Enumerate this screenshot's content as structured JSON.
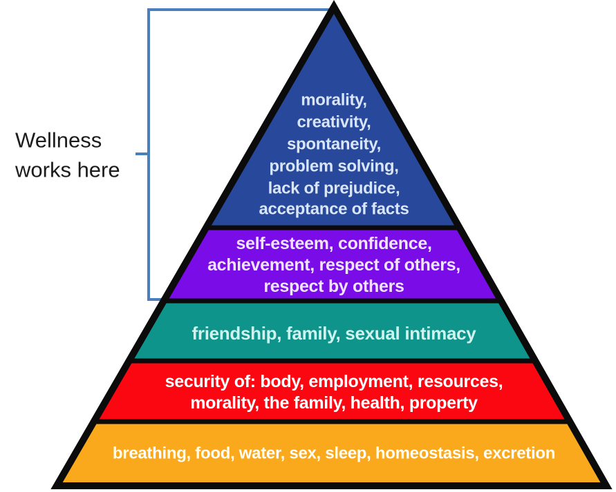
{
  "annotation": {
    "lines": [
      "Wellness",
      "works here"
    ],
    "text_color": "#1c1c1c",
    "bracket_color": "#4a7ebd"
  },
  "pyramid": {
    "outline_color": "#0b0b0b",
    "levels": [
      {
        "color": "#27489b",
        "text_color": "#d9e5f8",
        "lines": [
          "morality,",
          "creativity,",
          "spontaneity,",
          "problem solving,",
          "lack of prejudice,",
          "acceptance of facts"
        ]
      },
      {
        "color": "#7a0ce8",
        "text_color": "#f0e4ff",
        "lines": [
          "self-esteem, confidence,",
          "achievement, respect of others,",
          "respect by others"
        ]
      },
      {
        "color": "#0e948b",
        "text_color": "#cff3ef",
        "lines": [
          "friendship, family, sexual intimacy"
        ]
      },
      {
        "color": "#fb0712",
        "text_color": "#ffffff",
        "lines": [
          "security of: body, employment, resources,",
          "morality, the family, health, property"
        ]
      },
      {
        "color": "#faa81c",
        "text_color": "#fffdf5",
        "lines": [
          "breathing, food, water, sex, sleep, homeostasis, excretion"
        ]
      }
    ]
  }
}
